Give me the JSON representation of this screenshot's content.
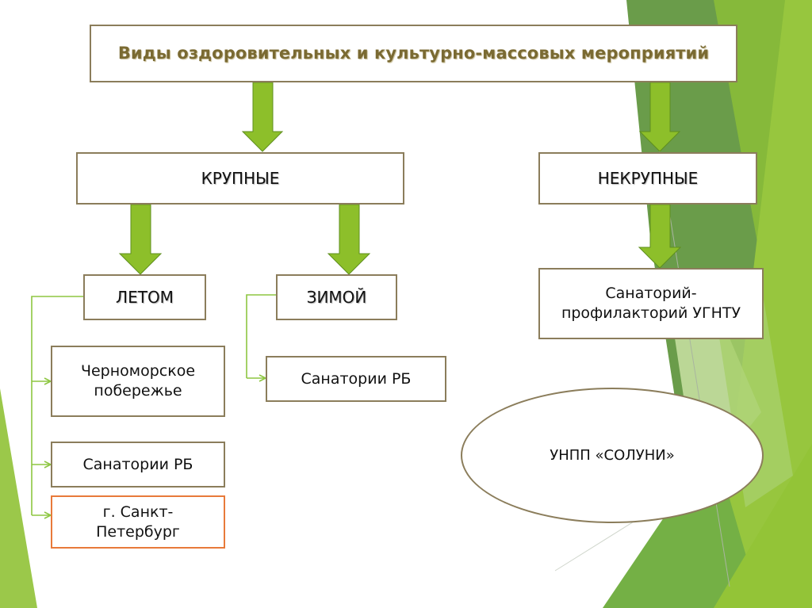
{
  "diagram": {
    "title": "Виды оздоровительных и культурно-массовых мероприятий",
    "categories": {
      "large": {
        "label": "КРУПНЫЕ",
        "seasons": {
          "summer": {
            "label": "ЛЕТОМ",
            "items": [
              "Черноморское побережье",
              "Санатории РБ",
              "г. Санкт-Петербург"
            ]
          },
          "winter": {
            "label": "ЗИМОЙ",
            "items": [
              "Санатории РБ"
            ]
          }
        }
      },
      "small": {
        "label": "НЕКРУПНЫЕ",
        "items": [
          "Санаторий-профилакторий УГНТУ",
          "УНПП «СОЛУНИ»"
        ]
      }
    }
  },
  "colors": {
    "arrow_fill": "#8dbf2a",
    "arrow_stroke": "#5f8f1f",
    "connector": "#8dc641",
    "box_border": "#8b7d5b",
    "highlight_border": "#e87a3a",
    "title_text": "#7a6a32"
  }
}
